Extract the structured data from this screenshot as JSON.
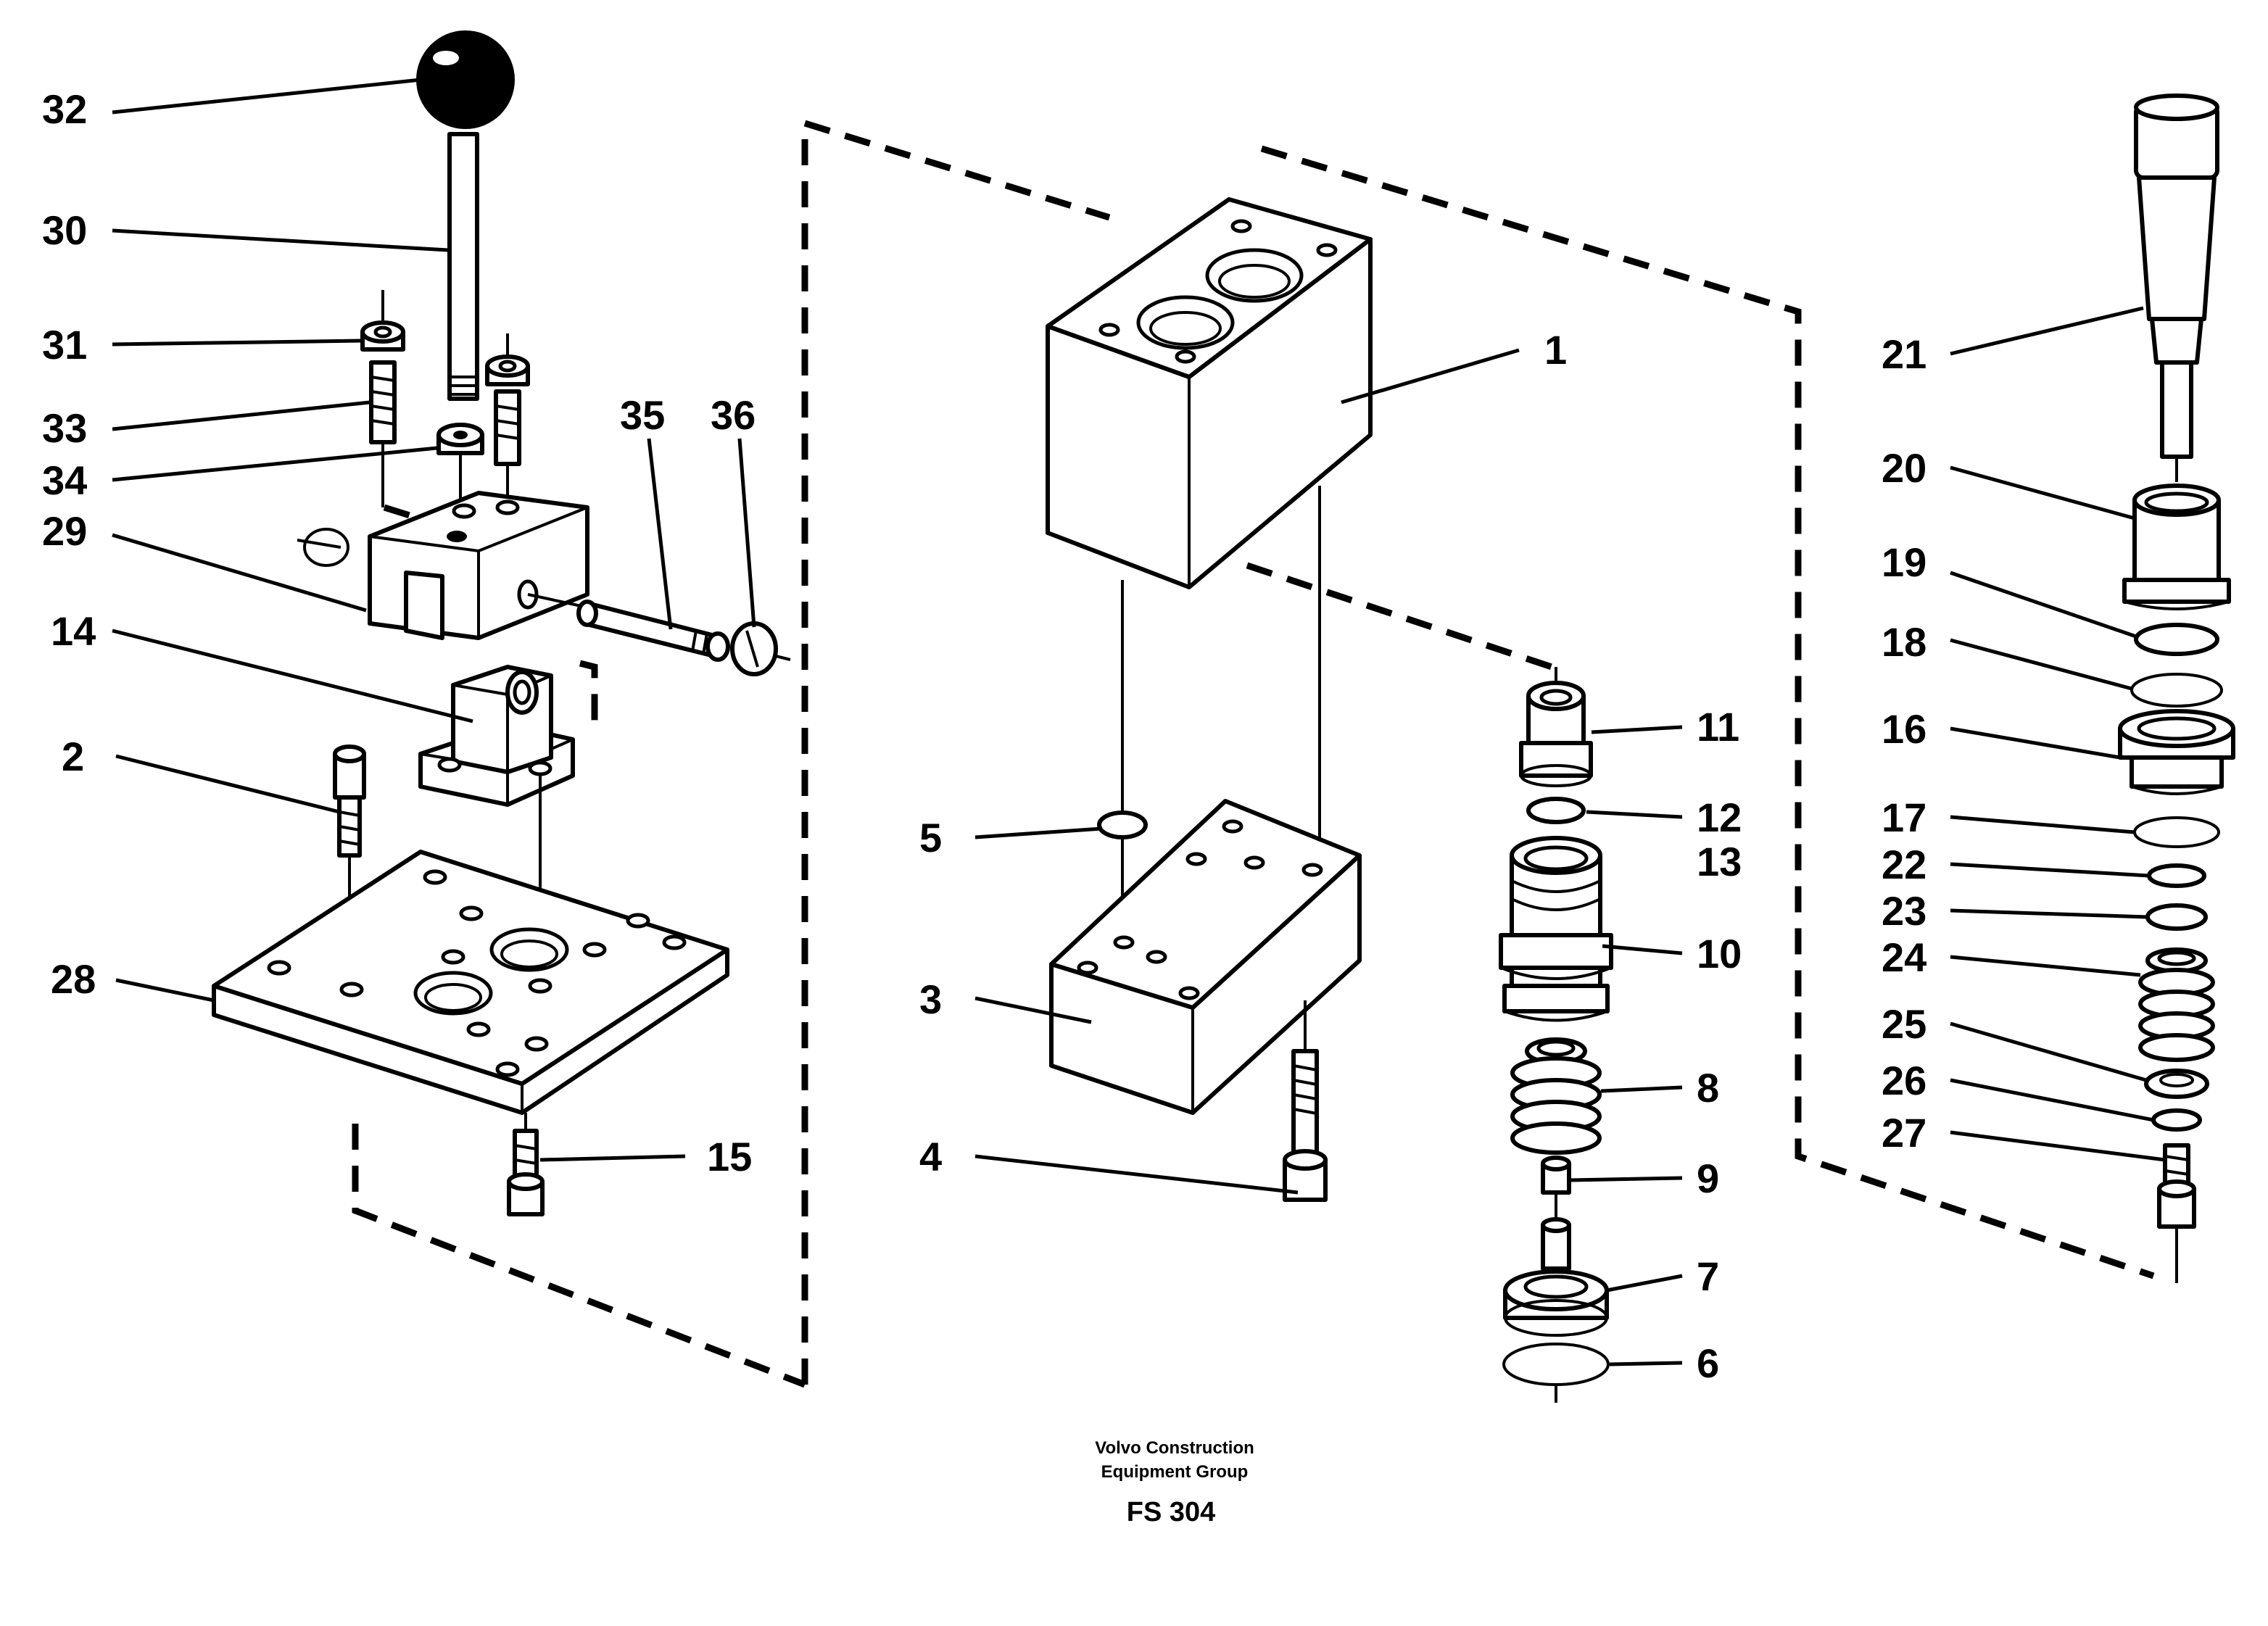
{
  "callouts": [
    "32",
    "30",
    "31",
    "33",
    "34",
    "29",
    "14",
    "2",
    "28",
    "15",
    "35",
    "36",
    "5",
    "3",
    "4",
    "1",
    "11",
    "12",
    "13",
    "10",
    "8",
    "9",
    "7",
    "6",
    "21",
    "20",
    "19",
    "18",
    "16",
    "17",
    "22",
    "23",
    "24",
    "25",
    "26",
    "27"
  ],
  "caption": {
    "line1": "Volvo Construction",
    "line2": "Equipment Group",
    "code": "FS 304"
  }
}
